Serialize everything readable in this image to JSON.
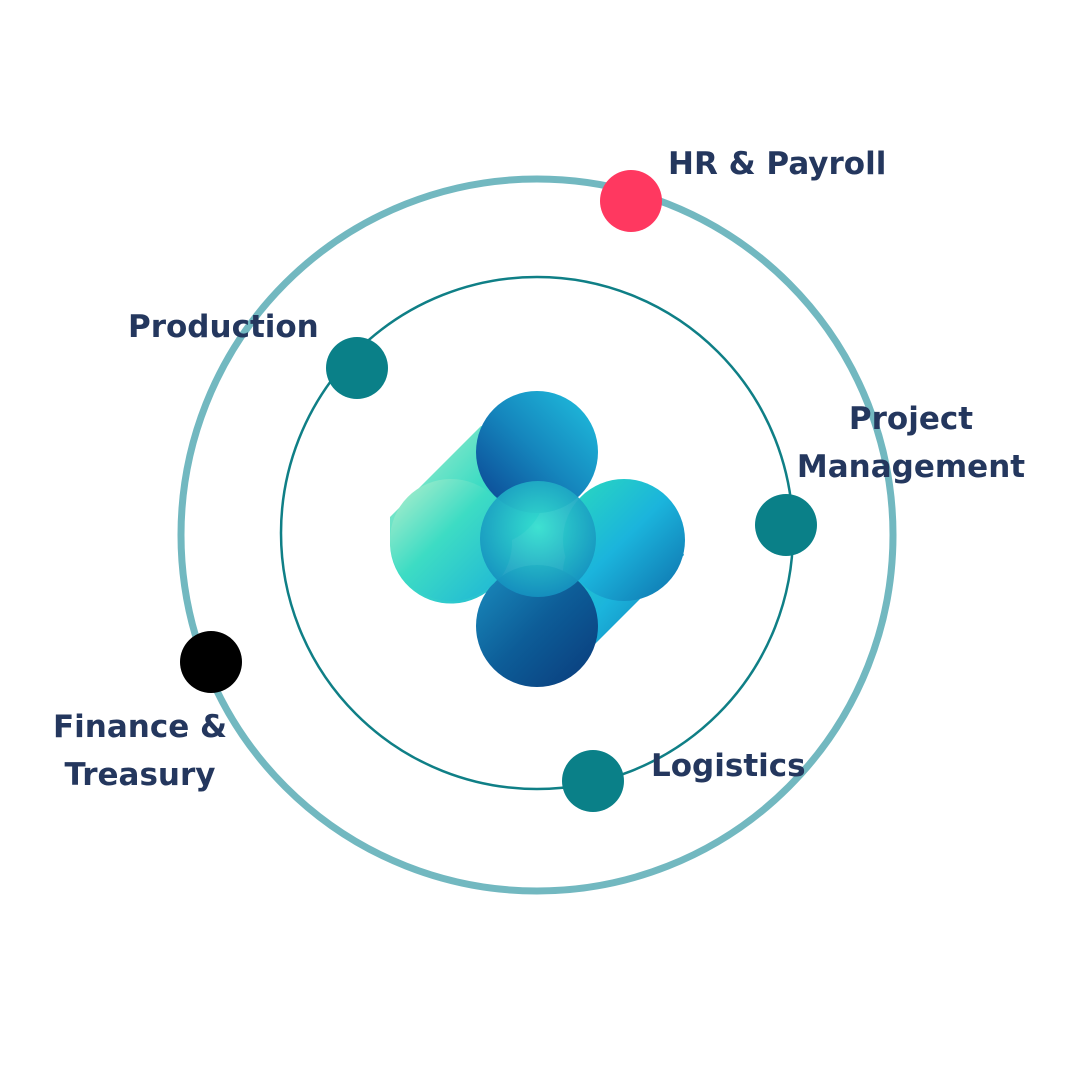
{
  "modules": {
    "hr_payroll": "HR & Payroll",
    "production": "Production",
    "project_management": [
      "Project",
      "Management"
    ],
    "finance_treasury": [
      "Finance &",
      "Treasury"
    ],
    "logistics": "Logistics"
  },
  "colors": {
    "label_text": "#24375e",
    "outer_orbit": "#72b8c0",
    "inner_orbit": "#0f7f86",
    "node_teal": "#0a8088",
    "node_hr": "#ff3860",
    "node_finance": "#000000"
  },
  "icons": {
    "center_logo": "central-platform-logo-icon"
  }
}
